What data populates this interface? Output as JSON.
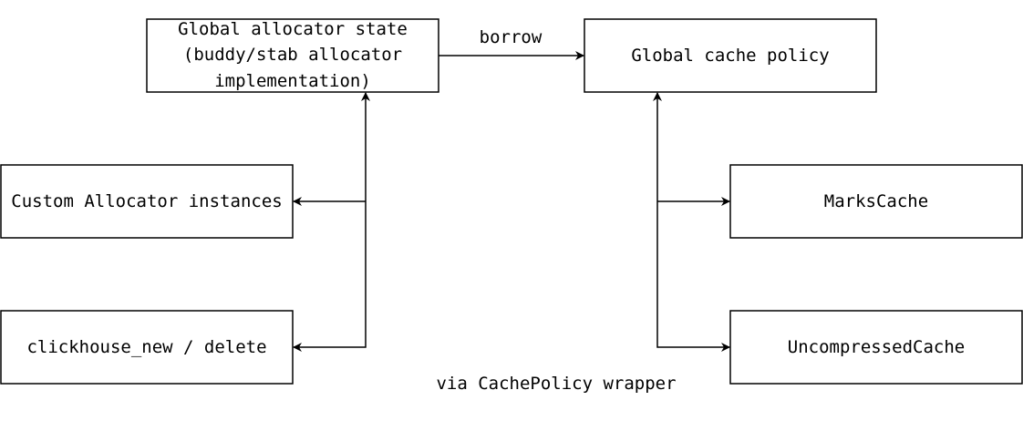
{
  "diagram": {
    "nodes": {
      "global_allocator": {
        "lines": [
          "Global allocator state",
          "(buddy/stab allocator",
          "implementation)"
        ]
      },
      "global_cache_policy": {
        "lines": [
          "Global cache policy"
        ]
      },
      "custom_allocator": {
        "lines": [
          "Custom Allocator instances"
        ]
      },
      "clickhouse_new_delete": {
        "lines": [
          "clickhouse_new / delete"
        ]
      },
      "marks_cache": {
        "lines": [
          "MarksCache"
        ]
      },
      "uncompressed_cache": {
        "lines": [
          "UncompressedCache"
        ]
      }
    },
    "edge_labels": {
      "borrow": "borrow",
      "cache_policy_wrapper": "via CachePolicy wrapper"
    },
    "colors": {
      "stroke": "#000000",
      "fill": "#ffffff",
      "text": "#000000"
    }
  }
}
